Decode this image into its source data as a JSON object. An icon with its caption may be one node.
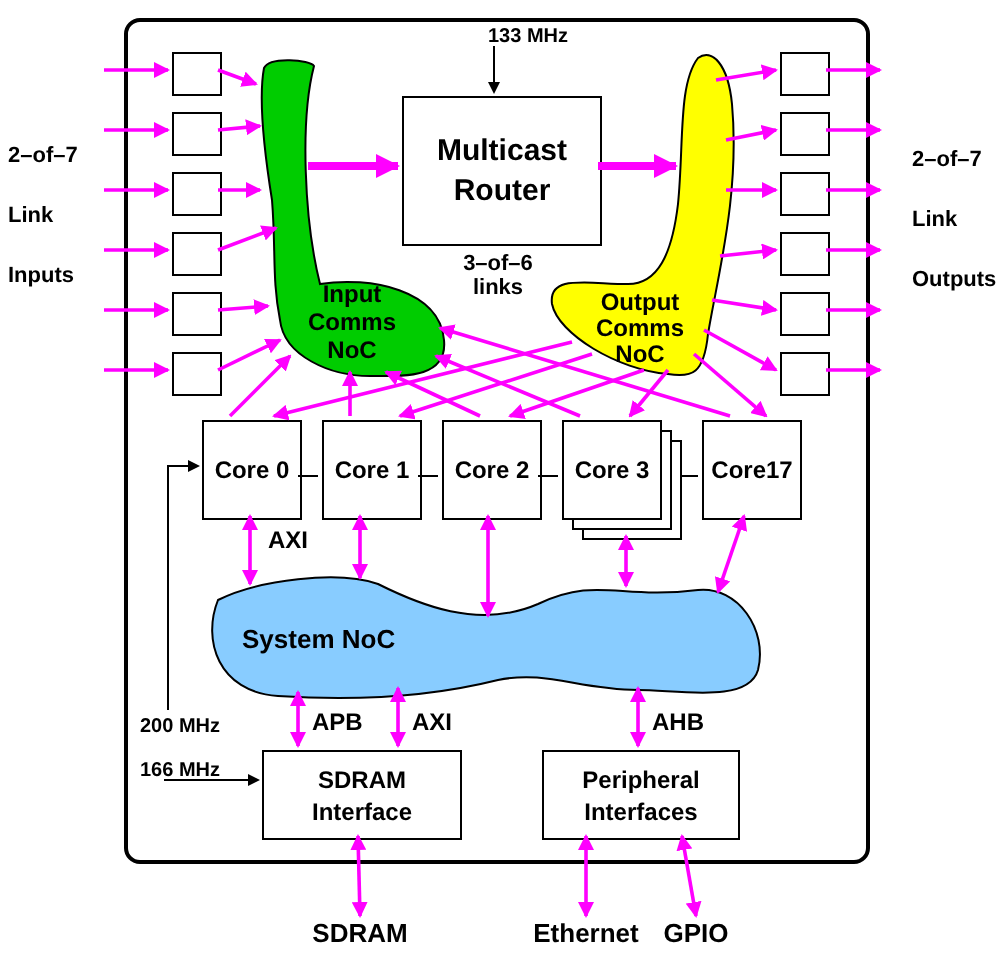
{
  "diagram": {
    "nodes": [
      {
        "text": [],
        "shape": "box"
      },
      {
        "text": [],
        "shape": "box",
        "in": 0
      },
      {
        "text": [],
        "shape": "box",
        "in": 0
      },
      {
        "text": [],
        "shape": "box",
        "in": 0
      },
      {
        "text": [],
        "shape": "box",
        "in": 0
      },
      {
        "text": [],
        "shape": "box",
        "in": 0
      },
      {
        "text": [],
        "shape": "box",
        "in": 0
      },
      {
        "text": [
          "Input Comms NoC"
        ],
        "in": 0
      },
      {
        "text": [
          "Multicast Router"
        ],
        "in": 0
      },
      {
        "text": [
          "Output Comms NoC"
        ],
        "in": 0
      },
      {
        "text": [],
        "shape": "box",
        "in": 0
      },
      {
        "text": [],
        "shape": "box",
        "in": 0
      },
      {
        "text": [],
        "shape": "box",
        "in": 0
      },
      {
        "text": [],
        "shape": "box",
        "in": 0
      },
      {
        "text": [],
        "shape": "box",
        "in": 0
      },
      {
        "text": [],
        "shape": "box",
        "in": 0
      },
      {
        "text": [
          "Core 0"
        ],
        "in": 0
      },
      {
        "text": [
          "Core 1"
        ],
        "in": 0
      },
      {
        "text": [
          "Core 2"
        ],
        "in": 0
      },
      {
        "text": [
          "Core 3"
        ],
        "in": 0
      },
      {
        "text": [
          "Core17"
        ],
        "in": 0
      },
      {
        "text": [
          "System NoC"
        ],
        "in": 0
      },
      {
        "text": [
          "SDRAM Interface"
        ],
        "in": 0
      },
      {
        "text": [
          "Peripheral Interfaces"
        ],
        "in": 0
      },
      {
        "text": [
          "SDRAM"
        ]
      },
      {
        "text": [
          "Ethernet"
        ]
      },
      {
        "text": [
          "GPIO"
        ]
      },
      {
        "text": [
          "133 MHz"
        ],
        "in": 0
      },
      {
        "text": [
          "200 MHz"
        ],
        "in": 0
      },
      {
        "text": [
          "166 MHz"
        ],
        "in": 0
      }
    ],
    "edges": [
      {
        "from": null,
        "to": 1,
        "arrow": "to"
      },
      {
        "from": null,
        "to": 2,
        "arrow": "to"
      },
      {
        "from": null,
        "to": 3,
        "arrow": "to"
      },
      {
        "from": null,
        "to": 4,
        "arrow": "to"
      },
      {
        "from": null,
        "to": 5,
        "arrow": "to"
      },
      {
        "from": null,
        "to": 6,
        "arrow": "to"
      },
      {
        "from": 1,
        "to": 7,
        "arrow": "to"
      },
      {
        "from": 2,
        "to": 7,
        "arrow": "to"
      },
      {
        "from": 3,
        "to": 7,
        "arrow": "to"
      },
      {
        "from": 4,
        "to": 7,
        "arrow": "to"
      },
      {
        "from": 5,
        "to": 7,
        "arrow": "to"
      },
      {
        "from": 6,
        "to": 7,
        "arrow": "to"
      },
      {
        "from": 7,
        "to": 8,
        "arrow": "to",
        "style": "thick"
      },
      {
        "from": 8,
        "to": 9,
        "arrow": "to",
        "style": "thick"
      },
      {
        "from": 27,
        "to": 8,
        "arrow": "to",
        "color": "#000000"
      },
      {
        "from": 9,
        "to": 10,
        "arrow": "to"
      },
      {
        "from": 9,
        "to": 11,
        "arrow": "to"
      },
      {
        "from": 9,
        "to": 12,
        "arrow": "to"
      },
      {
        "from": 9,
        "to": 13,
        "arrow": "to"
      },
      {
        "from": 9,
        "to": 14,
        "arrow": "to"
      },
      {
        "from": 9,
        "to": 15,
        "arrow": "to"
      },
      {
        "from": 10,
        "to": null,
        "arrow": "to"
      },
      {
        "from": 11,
        "to": null,
        "arrow": "to"
      },
      {
        "from": 12,
        "to": null,
        "arrow": "to"
      },
      {
        "from": 13,
        "to": null,
        "arrow": "to"
      },
      {
        "from": 14,
        "to": null,
        "arrow": "to"
      },
      {
        "from": 15,
        "to": null,
        "arrow": "to"
      },
      {
        "from": 16,
        "to": 17,
        "arrow": "none",
        "color": "#000000"
      },
      {
        "from": 17,
        "to": 18,
        "arrow": "none",
        "color": "#000000"
      },
      {
        "from": 18,
        "to": 19,
        "arrow": "none",
        "color": "#000000"
      },
      {
        "from": 19,
        "to": 20,
        "arrow": "none",
        "color": "#000000"
      },
      {
        "from": 16,
        "to": 7,
        "arrow": "to"
      },
      {
        "from": 9,
        "to": 16,
        "arrow": "to"
      },
      {
        "from": 17,
        "to": 7,
        "arrow": "to"
      },
      {
        "from": 9,
        "to": 17,
        "arrow": "to"
      },
      {
        "from": 18,
        "to": 7,
        "arrow": "to"
      },
      {
        "from": 9,
        "to": 18,
        "arrow": "to"
      },
      {
        "from": 19,
        "to": 7,
        "arrow": "to"
      },
      {
        "from": 9,
        "to": 19,
        "arrow": "to"
      },
      {
        "from": 20,
        "to": 7,
        "arrow": "to"
      },
      {
        "from": 9,
        "to": 20,
        "arrow": "to"
      },
      {
        "from": 16,
        "to": 21,
        "arrow": "both",
        "label": "AXI"
      },
      {
        "from": 17,
        "to": 21,
        "arrow": "both"
      },
      {
        "from": 18,
        "to": 21,
        "arrow": "both"
      },
      {
        "from": 19,
        "to": 21,
        "arrow": "both"
      },
      {
        "from": 20,
        "to": 21,
        "arrow": "both"
      },
      {
        "from": 21,
        "to": 22,
        "arrow": "both",
        "label": "APB"
      },
      {
        "from": 21,
        "to": 22,
        "arrow": "both",
        "label": "AXI"
      },
      {
        "from": 21,
        "to": 23,
        "arrow": "both",
        "label": "AHB"
      },
      {
        "from": 28,
        "to": 16,
        "arrow": "to",
        "color": "#000000"
      },
      {
        "from": 29,
        "to": 22,
        "arrow": "to",
        "color": "#000000"
      },
      {
        "from": 22,
        "to": 24,
        "arrow": "both"
      },
      {
        "from": 23,
        "to": 25,
        "arrow": "both"
      },
      {
        "from": 23,
        "to": 26,
        "arrow": "both"
      }
    ],
    "labels": [
      "2–of–7",
      "Link",
      "Inputs",
      "2–of–7",
      "Link",
      "Outputs",
      "3–of–6 links"
    ]
  }
}
